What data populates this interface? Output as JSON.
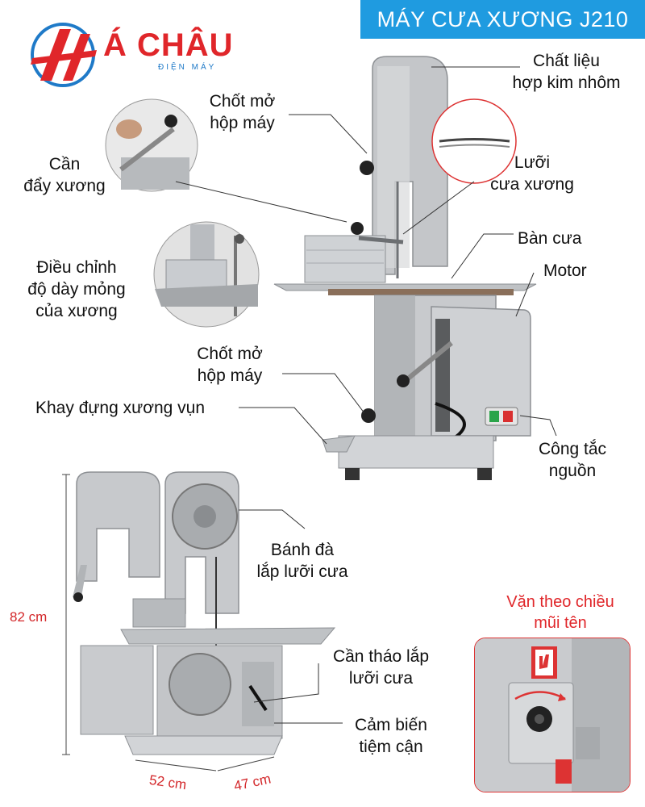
{
  "banner": {
    "title": "MÁY CƯA XƯƠNG J210"
  },
  "logo": {
    "brand": "Á CHÂU",
    "subtitle": "ĐIỆN MÁY"
  },
  "labels": {
    "chat_lieu_1": "Chất liệu",
    "chat_lieu_2": "hợp kim nhôm",
    "chot_mo_top_1": "Chốt mở",
    "chot_mo_top_2": "hộp máy",
    "can_day_1": "Cần",
    "can_day_2": "đẩy xương",
    "luoi_1": "Lưỡi",
    "luoi_2": "cưa xương",
    "ban_cua": "Bàn cưa",
    "motor": "Motor",
    "dieu_chinh_1": "Điều chỉnh",
    "dieu_chinh_2": "độ dày mỏng",
    "dieu_chinh_3": "của xương",
    "chot_mo_bottom_1": "Chốt mở",
    "chot_mo_bottom_2": "hộp máy",
    "khay": "Khay đựng xương vụn",
    "cong_tac_1": "Công tắc",
    "cong_tac_2": "nguồn",
    "banh_da_1": "Bánh đà",
    "banh_da_2": "lắp lưỡi cưa",
    "can_thao_1": "Cần tháo lắp",
    "can_thao_2": "lưỡi cưa",
    "cam_bien_1": "Cảm biến",
    "cam_bien_2": "tiệm cận",
    "van_1": "Vặn theo chiều",
    "van_2": "mũi tên"
  },
  "dimensions": {
    "height": "82 cm",
    "width": "52 cm",
    "depth": "47 cm"
  },
  "colors": {
    "banner": "#1f9be0",
    "brand_red": "#e0262a",
    "steel": "#b9bcc0"
  }
}
